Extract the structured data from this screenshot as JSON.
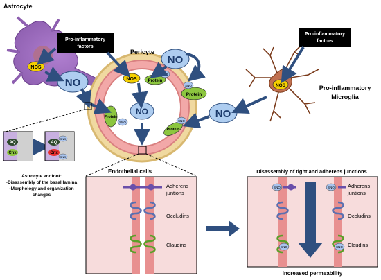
{
  "labels": {
    "astrocyte": "Astrocyte",
    "pericyte": "Pericyte",
    "pro_inflammatory_factors": [
      "Pro-inflammatory",
      "factors"
    ],
    "pro_inflammatory_factors_right": [
      "Pro-inflammatory",
      "factors"
    ],
    "microglia": [
      "Pro-inflammatory",
      "Microglia"
    ],
    "endothelial_cells": "Endothelial cells",
    "disassembly_title": "Disassembly of tight and adherens junctions",
    "increased_permeability": "Increased permeability",
    "astrocyte_endfoot": [
      "Astrocyte endfoot:",
      "-Disassembly of the basal lamina",
      "-Morphology and organization",
      "changes"
    ]
  },
  "molecules": {
    "no": "NO",
    "nos": "NOS",
    "sno": "SNO",
    "protein": "Protein",
    "aq": "AQ",
    "cnx": "Cnx"
  },
  "junctions": {
    "adherens": [
      "Adherens",
      "juntions"
    ],
    "occludins": "Occludins",
    "claudins": "Claudins"
  },
  "colors": {
    "astrocyte": "#8e5fb0",
    "microglia": "#a0522d",
    "no_cloud": "#aecdf0",
    "arrow": "#2f4f7f",
    "nos": "#f5d000",
    "protein": "#8cc63f",
    "sno": "#a9c4ee",
    "vessel": "#f2a8a8",
    "panel": "#f7dcdc",
    "claudin": "#5aa028",
    "occludin": "#5a6fb0",
    "adherens": "#6a4faa"
  }
}
